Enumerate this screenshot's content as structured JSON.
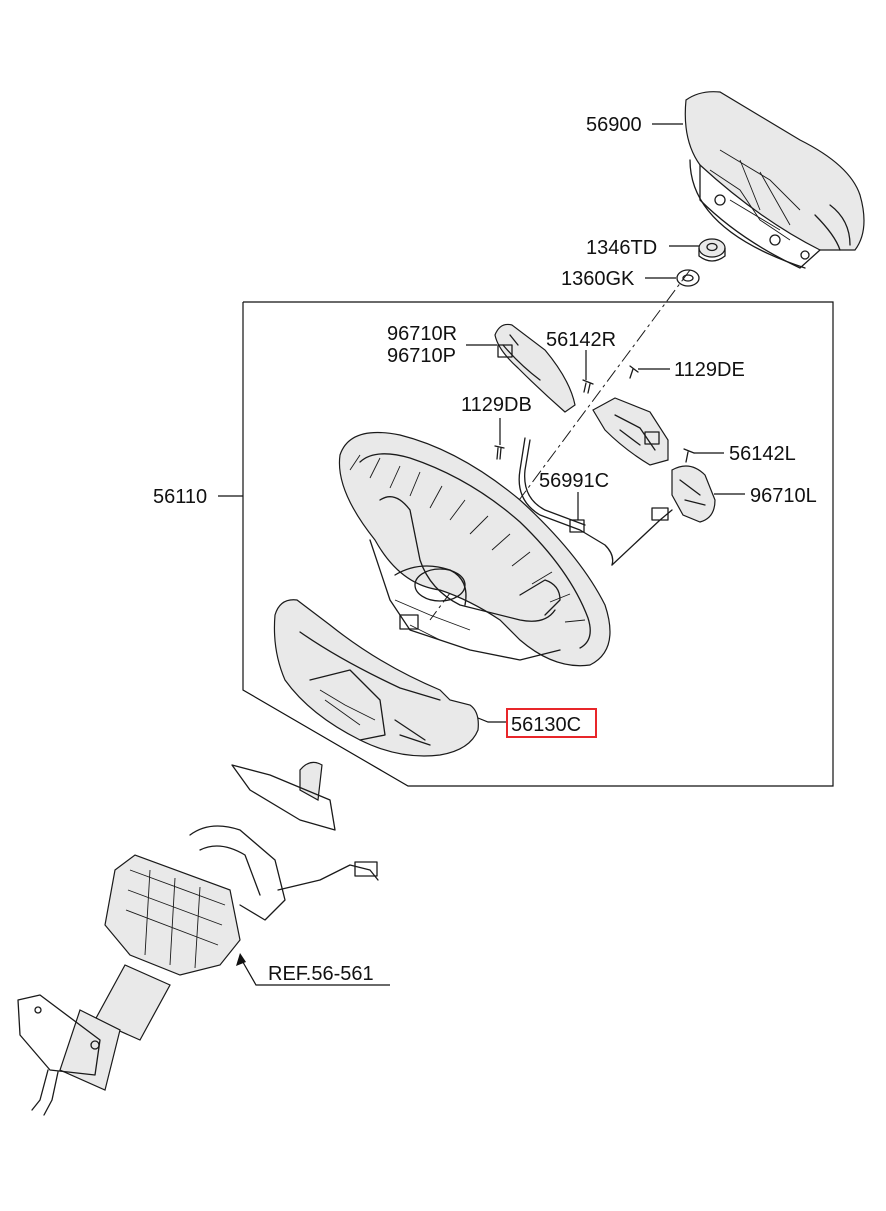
{
  "callouts": [
    {
      "id": "56900",
      "text": "56900"
    },
    {
      "id": "1346TD",
      "text": "1346TD"
    },
    {
      "id": "1360GK",
      "text": "1360GK"
    },
    {
      "id": "96710R",
      "text": "96710R"
    },
    {
      "id": "96710P",
      "text": "96710P"
    },
    {
      "id": "56142R",
      "text": "56142R"
    },
    {
      "id": "1129DE",
      "text": "1129DE"
    },
    {
      "id": "1129DB",
      "text": "1129DB"
    },
    {
      "id": "56142L",
      "text": "56142L"
    },
    {
      "id": "56991C",
      "text": "56991C"
    },
    {
      "id": "96710L",
      "text": "96710L"
    },
    {
      "id": "56110",
      "text": "56110"
    },
    {
      "id": "56130C",
      "text": "56130C",
      "highlighted": true
    },
    {
      "id": "ref",
      "text": "REF.56-561"
    }
  ],
  "colors": {
    "highlight": "#e8262a",
    "line": "#1a1a1a"
  }
}
